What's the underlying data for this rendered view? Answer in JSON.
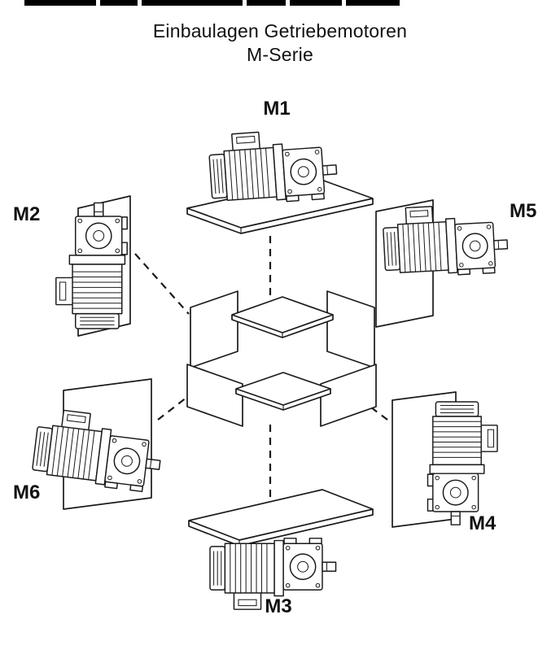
{
  "title": {
    "line1": "Einbaulagen Getriebemotoren",
    "line2": "M-Serie"
  },
  "labels": {
    "m1": "M1",
    "m2": "M2",
    "m3": "M3",
    "m4": "M4",
    "m5": "M5",
    "m6": "M6"
  },
  "colors": {
    "ink": "#1a1a1a",
    "background": "#ffffff"
  }
}
